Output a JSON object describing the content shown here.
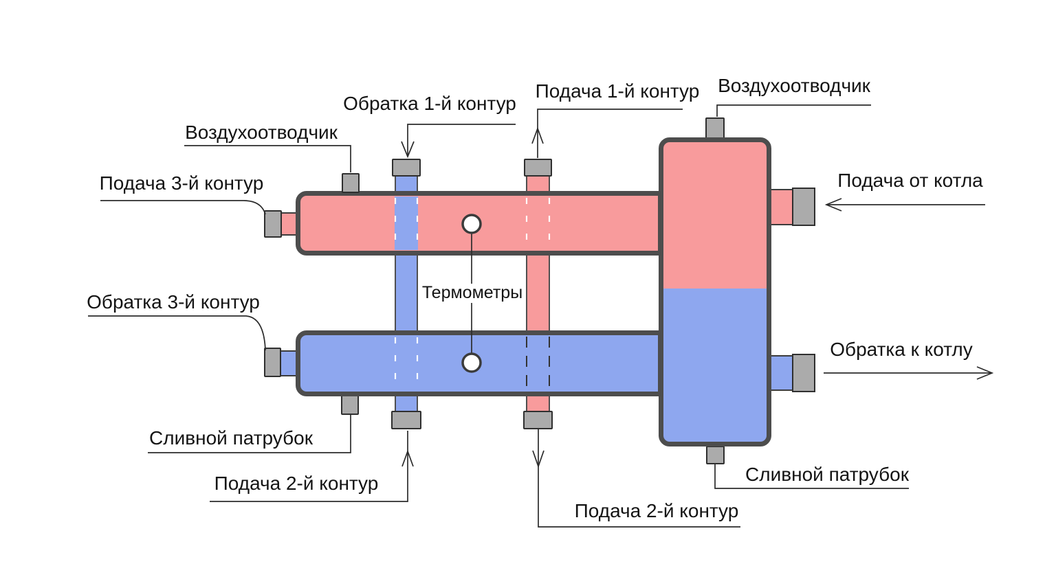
{
  "labels": {
    "air_vent_left": "Воздухоотводчик",
    "air_vent_right": "Воздухоотводчик",
    "return_circuit1": "Обратка 1-й контур",
    "supply_circuit1": "Подача 1-й контур",
    "supply_circuit3": "Подача 3-й контур",
    "return_circuit3": "Обратка 3-й контур",
    "supply_from_boiler": "Подача от котла",
    "return_to_boiler": "Обратка к котлу",
    "thermometers": "Термометры",
    "drain_left": "Сливной патрубок",
    "drain_right": "Сливной патрубок",
    "supply_circuit2_left": "Подача 2-й контур",
    "supply_circuit2_right": "Подача 2-й контур"
  },
  "colors": {
    "hot": "#F89B9C",
    "cold": "#8EA7EF",
    "fitting": "#ABABAB",
    "outline": "#4D4D4D",
    "leader": "#2B2B2B"
  }
}
